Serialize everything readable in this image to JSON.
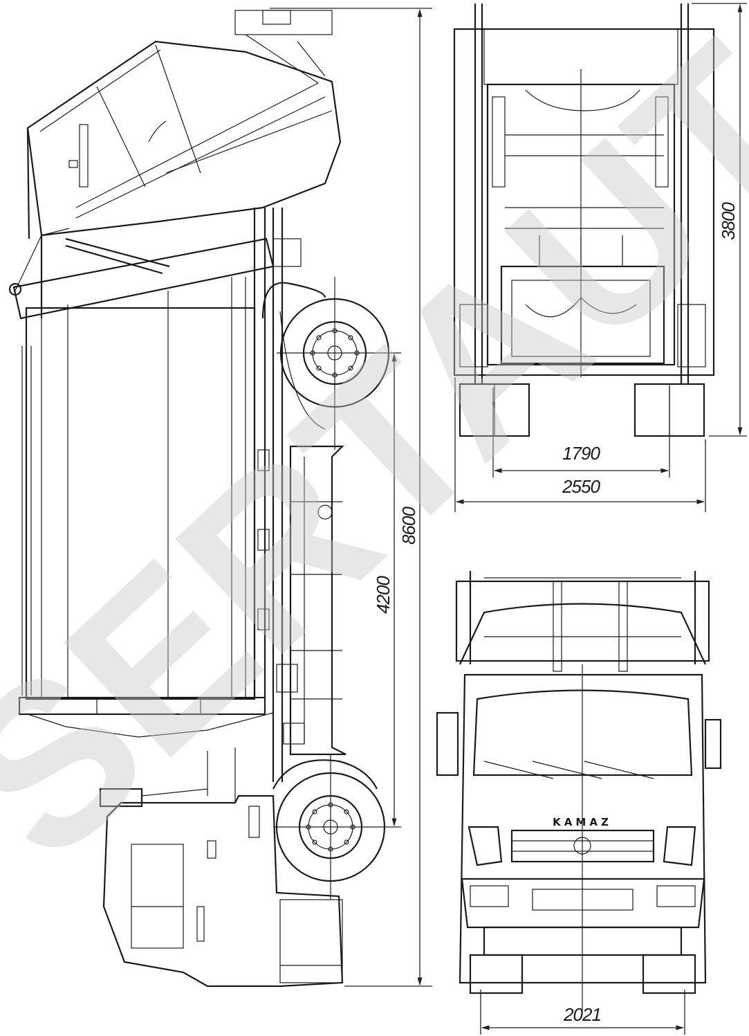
{
  "dimensions": {
    "total_length": "8600",
    "wheelbase": "4200",
    "total_height": "3800",
    "rear_track": "1790",
    "total_width": "2550",
    "front_track": "2021"
  },
  "cab_brand": "KAMAZ",
  "watermark": "SERTAUTO.RU"
}
